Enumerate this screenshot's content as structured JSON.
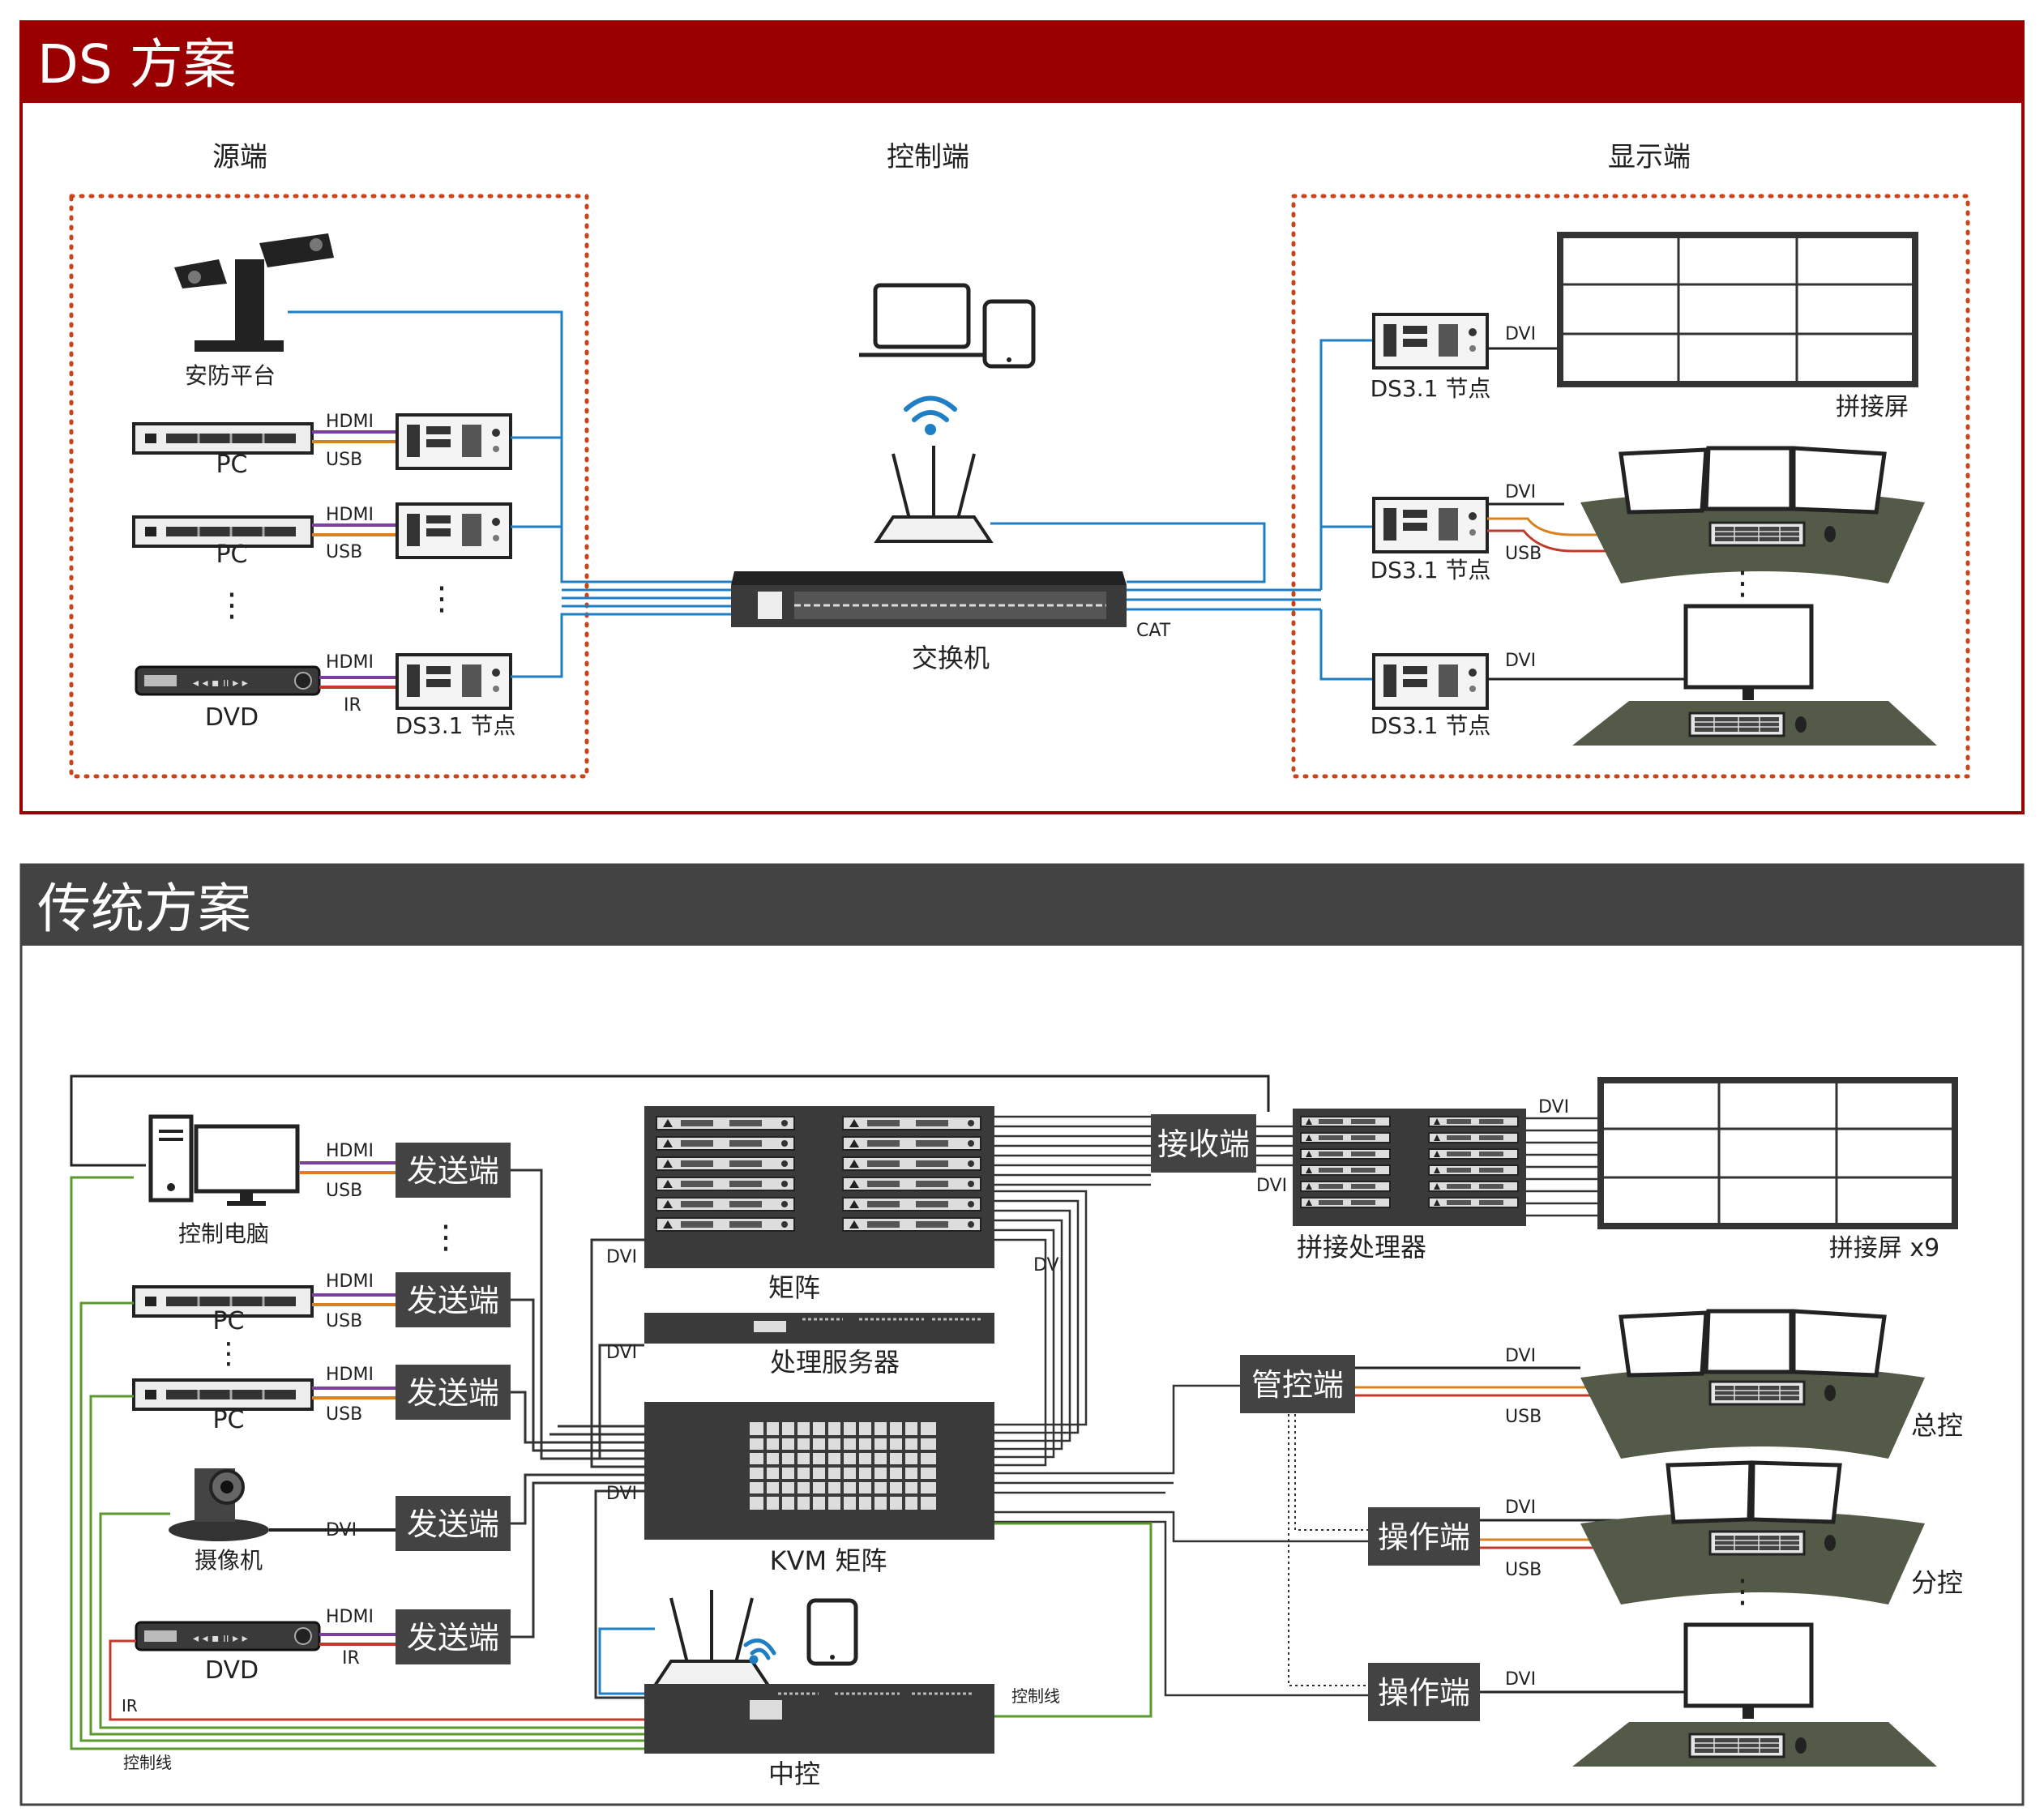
{
  "ds": {
    "title": "DS 方案",
    "col_source": "源端",
    "col_control": "控制端",
    "col_display": "显示端",
    "security": "安防平台",
    "pc1": "PC",
    "pc2": "PC",
    "dvd": "DVD",
    "hdmi1": "HDMI",
    "usb1": "USB",
    "hdmi2": "HDMI",
    "usb2": "USB",
    "hdmi3": "HDMI",
    "ir": "IR",
    "node_src": "DS3.1 节点",
    "switch": "交换机",
    "cat": "CAT",
    "node_d1": "DS3.1 节点",
    "node_d2": "DS3.1 节点",
    "node_d3": "DS3.1 节点",
    "dvi1": "DVI",
    "dvi2": "DVI",
    "usb_d2": "USB",
    "dvi3": "DVI",
    "videowall": "拼接屏"
  },
  "trad": {
    "title": "传统方案",
    "ctrl_pc": "控制电脑",
    "pc1": "PC",
    "pc2": "PC",
    "camera": "摄像机",
    "dvd": "DVD",
    "sender": "发送端",
    "hdmi_a": "HDMI",
    "usb_a": "USB",
    "hdmi_b": "HDMI",
    "usb_b": "USB",
    "hdmi_c": "HDMI",
    "usb_c": "USB",
    "dvi_cam": "DVI",
    "hdmi_d": "HDMI",
    "ir": "IR",
    "ir_line": "IR",
    "control_line": "控制线",
    "matrix": "矩阵",
    "dvi_matrix_l": "DVI",
    "dvi_matrix_r": "DVI",
    "server": "处理服务器",
    "dvi_server": "DVI",
    "kvm": "KVM 矩阵",
    "dvi_kvm": "DVI",
    "central": "中控",
    "control_line2": "控制线",
    "receiver": "接收端",
    "dvi_recv": "DVI",
    "processor": "拼接处理器",
    "dvi_wall": "DVI",
    "videowall": "拼接屏 x9",
    "manage": "管控端",
    "dvi_m": "DVI",
    "usb_m": "USB",
    "master": "总控",
    "operate1": "操作端",
    "dvi_o1": "DVI",
    "usb_o1": "USB",
    "sub": "分控",
    "operate2": "操作端",
    "dvi_o2": "DVI"
  },
  "colors": {
    "ds_header": "#9b0000",
    "trad_header": "#434343",
    "link_blue": "#1e7fc4",
    "dotted_box": "#c8441a",
    "ctrl_green": "#5a9a2e",
    "ctrl_red": "#c0392b",
    "hdmi_purple": "#7b3fa0",
    "usb_orange": "#d9801f"
  },
  "icons": [
    "security-camera-icon",
    "laptop-icon",
    "tablet-icon",
    "wifi-icon",
    "router-icon",
    "switch-icon",
    "pc-tower-icon",
    "camera-icon",
    "dvd-player-icon",
    "monitor-icon",
    "keyboard-icon",
    "mouse-icon"
  ]
}
